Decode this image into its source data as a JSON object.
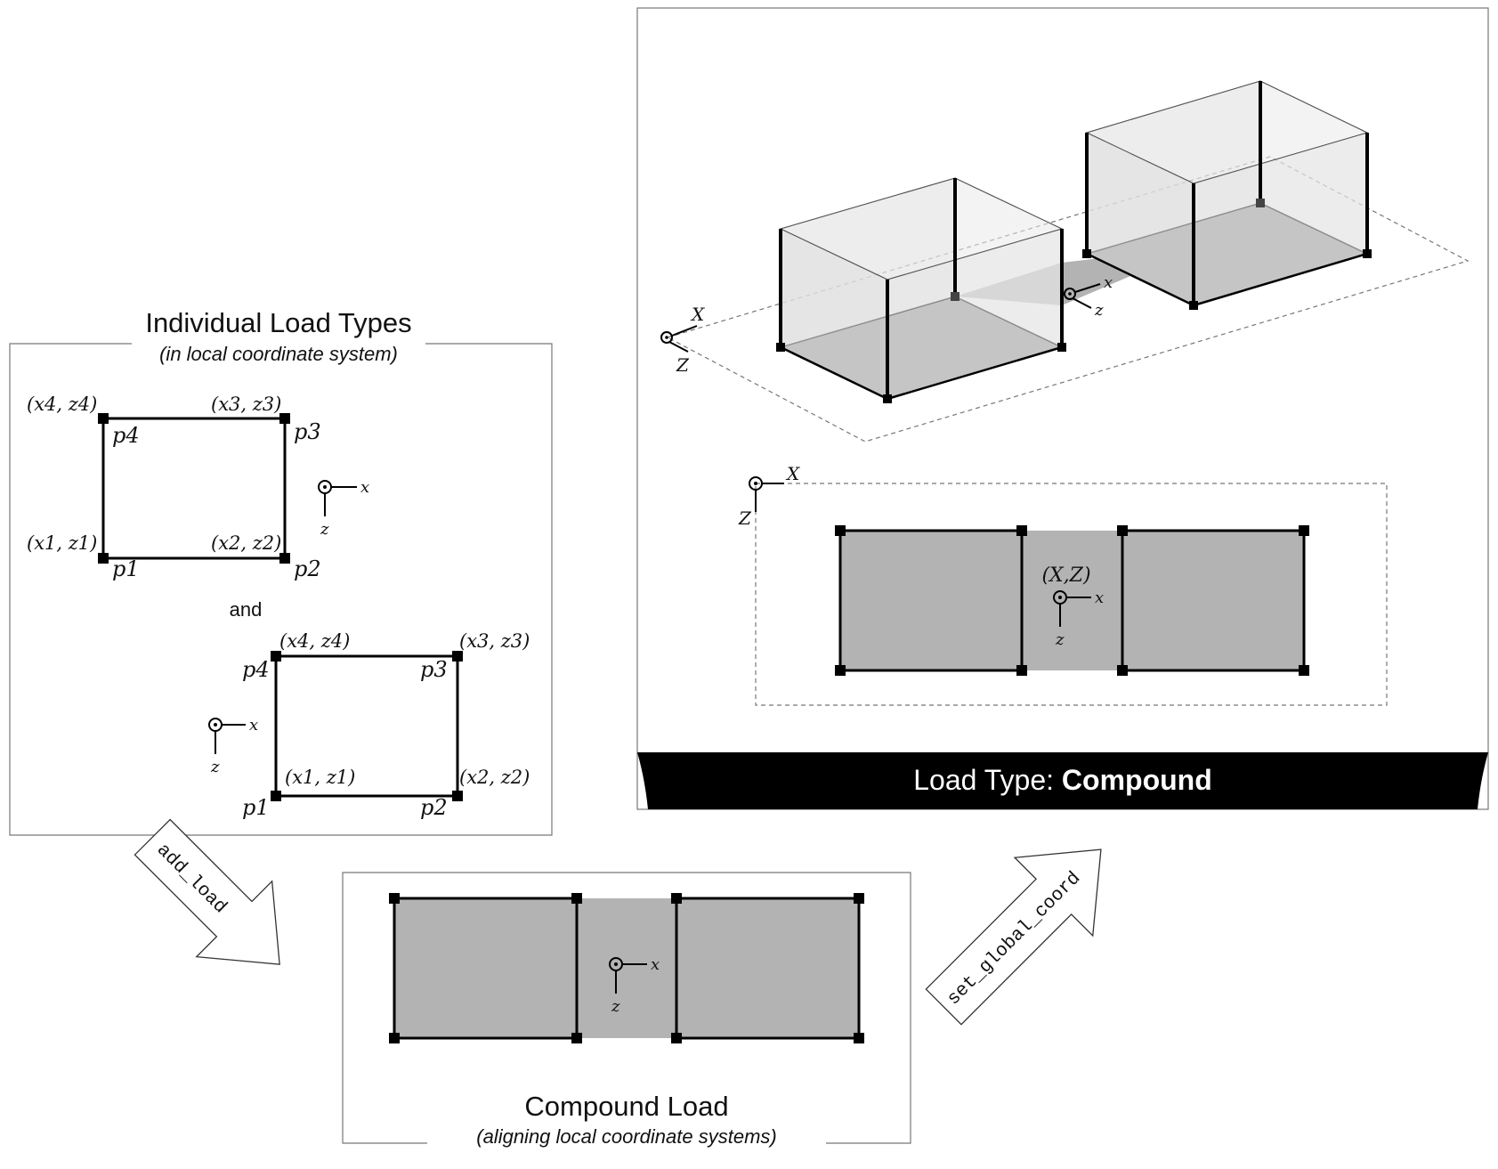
{
  "individual": {
    "title": "Individual Load Types",
    "subtitle": "(in local coordinate system)",
    "connector": "and",
    "corners": [
      "(x1, z1)",
      "(x2, z2)",
      "(x3, z3)",
      "(x4, z4)"
    ],
    "points": [
      "p1",
      "p2",
      "p3",
      "p4"
    ]
  },
  "axes": {
    "local_x": "x",
    "local_z": "z",
    "global_x": "X",
    "global_z": "Z",
    "origin": "(X,Z)"
  },
  "compound": {
    "title": "Compound Load",
    "subtitle": "(aligning local coordinate systems)"
  },
  "arrows": {
    "first": "add_load",
    "second": "set_global_coord"
  },
  "result": {
    "label_prefix": "Load Type: ",
    "label_value": "Compound"
  },
  "colors": {
    "load_fill": "#b3b3b3",
    "box_fill": "#d9d9d9",
    "banner": "#000000"
  }
}
